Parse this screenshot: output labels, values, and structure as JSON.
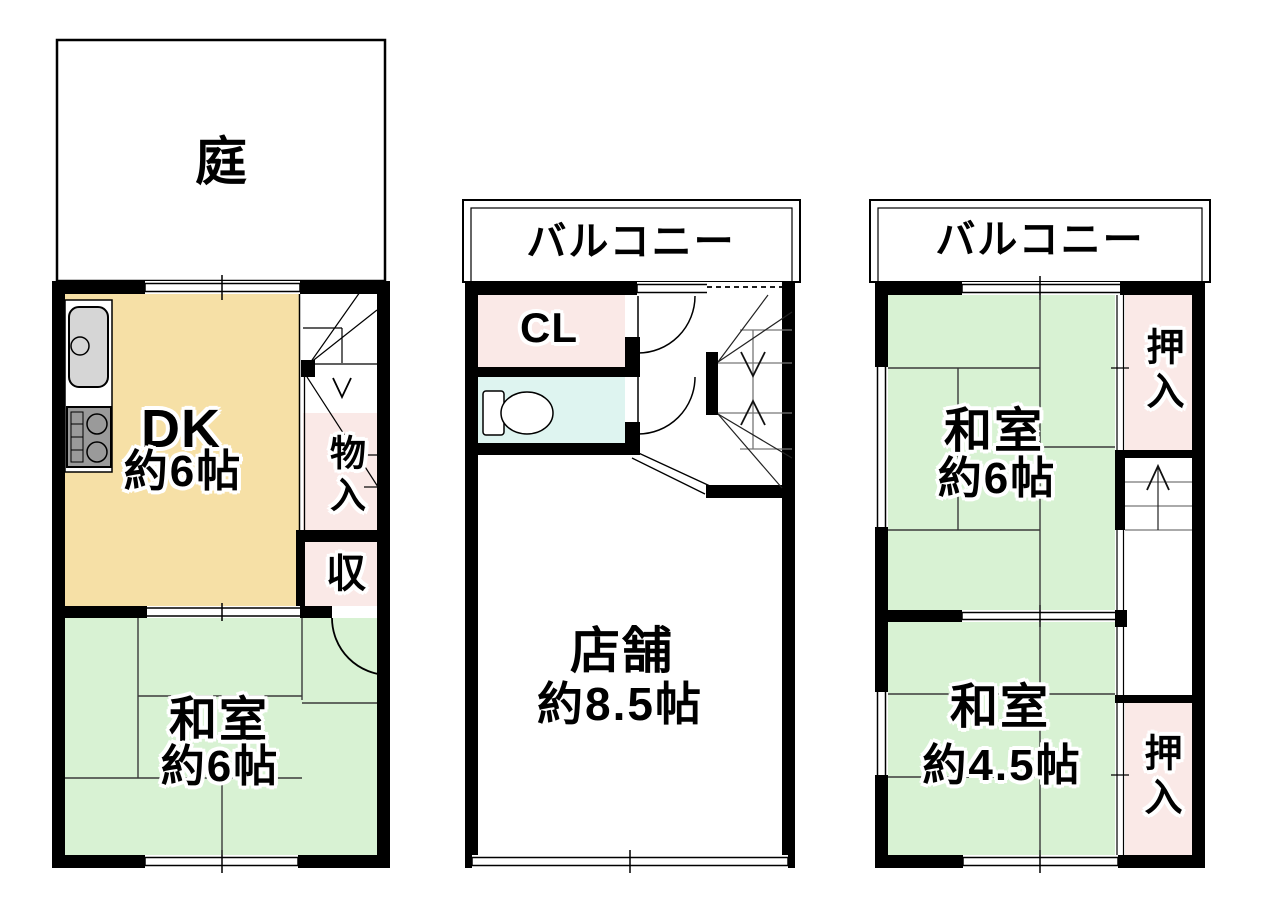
{
  "plan_left": {
    "garden_label": "庭",
    "dk_label": "DK",
    "dk_size": "約6帖",
    "washitsu_label": "和室",
    "washitsu_size": "約6帖",
    "storage_upper_label": "物入",
    "storage_lower_label": "収"
  },
  "plan_middle": {
    "balcony_label": "バルコニー",
    "closet_label": "CL",
    "shop_label": "店舗",
    "shop_size": "約8.5帖"
  },
  "plan_right": {
    "balcony_label": "バルコニー",
    "washitsu_upper_label": "和室",
    "washitsu_upper_size": "約6帖",
    "oshiire_upper_label": "押入",
    "washitsu_lower_label": "和室",
    "washitsu_lower_size": "約4.5帖",
    "oshiire_lower_label": "押入"
  },
  "colors": {
    "wall": "#000000",
    "dk_floor": "#F6E0A6",
    "tatami_floor": "#D8F2D3",
    "closet_floor": "#FAE9E7",
    "toilet_floor": "#DEF4F0",
    "counter_gray": "#D6D6D6",
    "stove_gray": "#9A9A9A"
  }
}
